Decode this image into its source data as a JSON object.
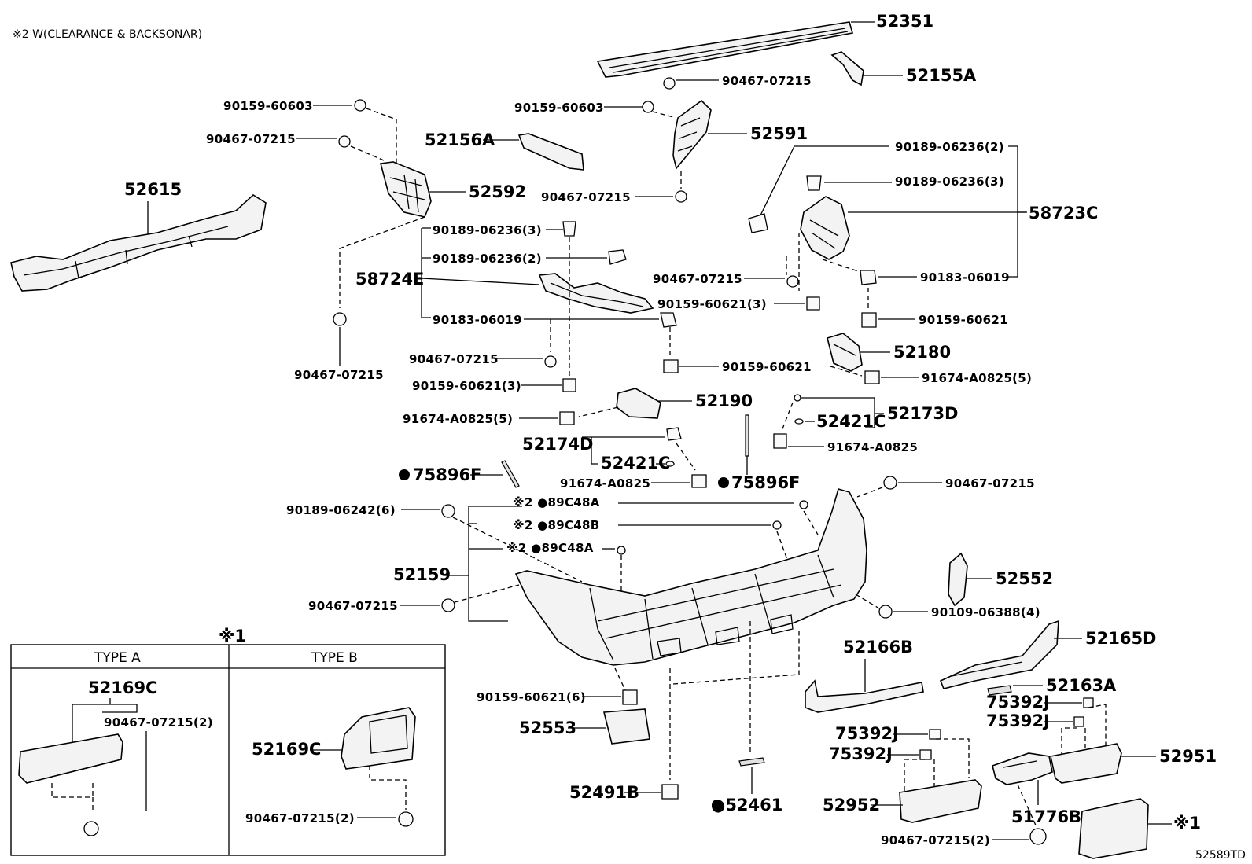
{
  "header_note": "※2 W(CLEARANCE & BACKSONAR)",
  "footer_code": "52589TD",
  "inset": {
    "marker": "※1",
    "type_a": "TYPE A",
    "type_b": "TYPE B",
    "a_part": "52169C",
    "a_fastener": "90467-07215(2)",
    "b_part": "52169C",
    "b_fastener": "90467-07215(2)"
  },
  "labels": {
    "p52351": "52351",
    "p52155A": "52155A",
    "p90467_top": "90467-07215",
    "p90159_60603_l": "90159-60603",
    "p90159_60603_r": "90159-60603",
    "p52591": "52591",
    "p90467_l1": "90467-07215",
    "p52156A": "52156A",
    "p52592": "52592",
    "p90467_mid": "90467-07215",
    "p52615": "52615",
    "p90189_06236_2_r": "90189-06236(2)",
    "p90189_06236_3_r": "90189-06236(3)",
    "p58723C": "58723C",
    "p90189_06236_3_c": "90189-06236(3)",
    "p90189_06236_2_c": "90189-06236(2)",
    "p58724E": "58724E",
    "p90183_06019_c": "90183-06019",
    "p90467_r1": "90467-07215",
    "p90159_60621_3_r": "90159-60621(3)",
    "p90183_06019_r": "90183-06019",
    "p90159_60621_r": "90159-60621",
    "p90467_left_low": "90467-07215",
    "p90467_c2": "90467-07215",
    "p90159_60621_c": "90159-60621",
    "p52180": "52180",
    "p91674_a0825_5_r": "91674-A0825(5)",
    "p90159_60621_3_c": "90159-60621(3)",
    "p52190": "52190",
    "p91674_a0825_5_c": "91674-A0825(5)",
    "p52173D": "52173D",
    "p52421C_r": "52421C",
    "p52174D": "52174D",
    "p52421C_c": "52421C",
    "p91674_a0825_r": "91674-A0825",
    "p75896F_l": "75896F",
    "p91674_a0825_c": "91674-A0825",
    "p75896F_r": "75896F",
    "p90467_bumper": "90467-07215",
    "p90189_06242": "90189-06242(6)",
    "p89C48A_1": "※2 ●89C48A",
    "p89C48B": "※2 ●89C48B",
    "p89C48A_2": "※2 ●89C48A",
    "p52159": "52159",
    "p52552": "52552",
    "p90467_left_bumper": "90467-07215",
    "p90109_06388": "90109-06388(4)",
    "p52165D": "52165D",
    "p52166B": "52166B",
    "p52163A": "52163A",
    "p90159_60621_6": "90159-60621(6)",
    "p75392J_a": "75392J",
    "p75392J_b": "75392J",
    "p52553": "52553",
    "p75392J_c": "75392J",
    "p75392J_d": "75392J",
    "p52951": "52951",
    "p52491B": "52491B",
    "p52461": "●52461",
    "p52952": "52952",
    "p51776B": "51776B",
    "p90467_bottom": "90467-07215(2)",
    "p_marker1": "※1"
  }
}
